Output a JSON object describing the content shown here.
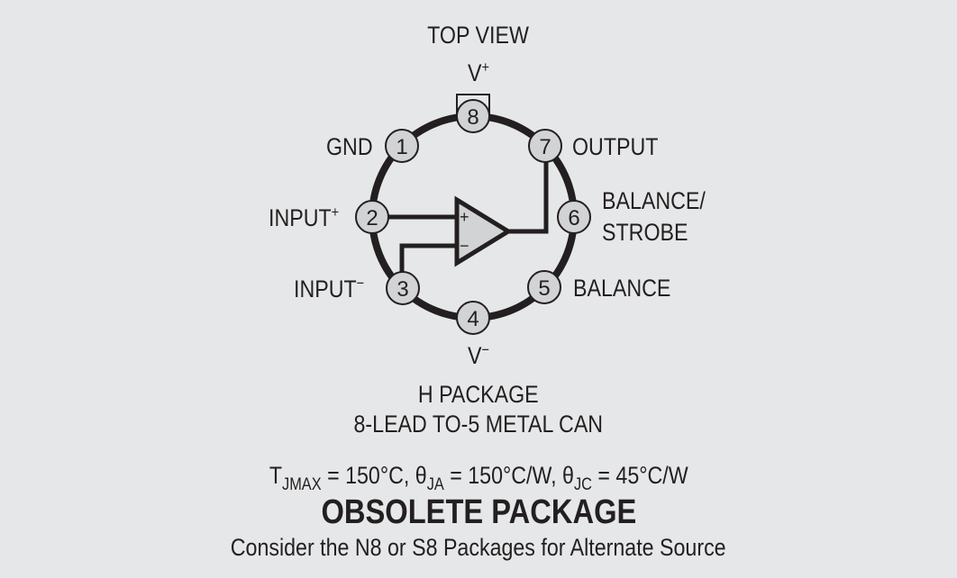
{
  "diagram": {
    "view_label": "TOP VIEW",
    "supply_positive": {
      "base": "V",
      "sup": "+"
    },
    "supply_negative": {
      "base": "V",
      "sup": "−"
    },
    "pins": [
      {
        "number": "1",
        "label": "GND"
      },
      {
        "number": "2",
        "label": "INPUT",
        "sup": "+"
      },
      {
        "number": "3",
        "label": "INPUT",
        "sup": "−"
      },
      {
        "number": "4",
        "label": "V−"
      },
      {
        "number": "5",
        "label": "BALANCE"
      },
      {
        "number": "6",
        "label_line1": "BALANCE/",
        "label_line2": "STROBE"
      },
      {
        "number": "7",
        "label": "OUTPUT"
      },
      {
        "number": "8",
        "label": "V+"
      }
    ],
    "opamp": {
      "plus": "+",
      "minus": "−"
    },
    "colors": {
      "background": "#e6e7e8",
      "pin_fill": "#d1d3d4",
      "stroke": "#231f20"
    }
  },
  "package": {
    "name": "H PACKAGE",
    "description": "8-LEAD TO-5 METAL CAN",
    "thermal": {
      "t_sym": "T",
      "t_sub": "JMAX",
      "t_val": " = 150°C, ",
      "ja_sym": "θ",
      "ja_sub": "JA",
      "ja_val": " = 150°C/W, ",
      "jc_sym": "θ",
      "jc_sub": "JC",
      "jc_val": " = 45°C/W"
    },
    "status": "OBSOLETE PACKAGE",
    "note": "Consider the N8 or S8 Packages for Alternate Source"
  }
}
